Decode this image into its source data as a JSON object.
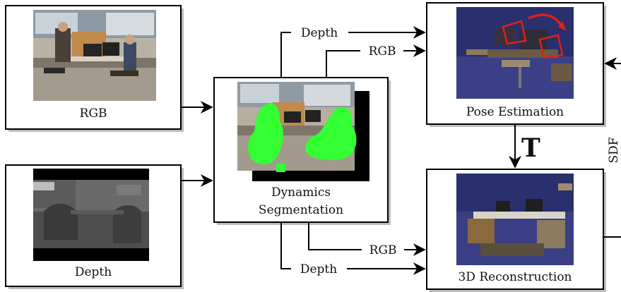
{
  "boxes": {
    "rgb_input": {
      "label": "RGB"
    },
    "depth_input": {
      "label": "Depth"
    },
    "segmentation": {
      "label_line1": "Dynamics",
      "label_line2": "Segmentation"
    },
    "pose_estimation": {
      "label": "Pose Estimation"
    },
    "reconstruction": {
      "label": "3D Reconstruction"
    }
  },
  "edges": {
    "seg_to_pose_depth": "Depth",
    "seg_to_pose_rgb": "RGB",
    "seg_to_recon_rgb": "RGB",
    "seg_to_recon_depth": "Depth",
    "pose_to_recon": "T",
    "recon_to_pose": "SDF"
  },
  "colors": {
    "segmentation_mask": "#33ff33",
    "pose_arrow": "#e0201a",
    "sky_blue": "#2a2f6e"
  }
}
